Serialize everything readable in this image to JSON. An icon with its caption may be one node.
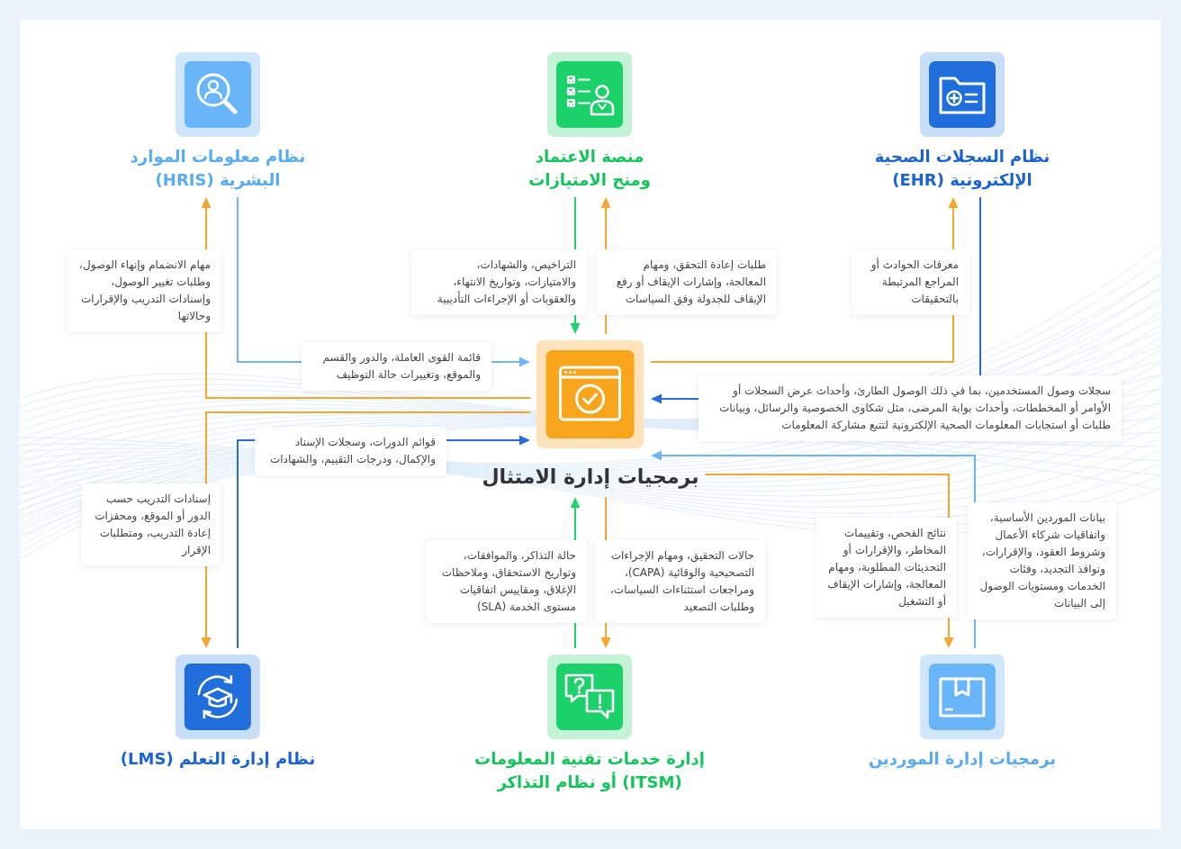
{
  "diagram": {
    "nodes": [
      {
        "text": [
          "نظام السجلات الصحية الإلكترونية (EHR)"
        ]
      },
      {
        "text": [
          "منصة الاعتماد ومنح الامتيازات"
        ]
      },
      {
        "text": [
          "نظام معلومات الموارد البشرية (HRIS)"
        ]
      },
      {
        "text": [
          "برمجيات إدارة الامتثال"
        ]
      },
      {
        "text": [
          "برمجيات إدارة الموردين"
        ]
      },
      {
        "text": [
          "إدارة خدمات تقنية المعلومات (ITSM) أو نظام التذاكر"
        ]
      },
      {
        "text": [
          "نظام إدارة التعلم (LMS)"
        ]
      }
    ],
    "edges": [
      {
        "from": 0,
        "to": 3,
        "arrow": "to",
        "color": "#2a6cdc",
        "label": "سجلات وصول المستخدمين، بما في ذلك الوصول الطارئ، وأحداث عرض السجلات أو الأوامر أو المخططات، وأحداث بوابة المرضى، مثل شكاوى الخصوصية والرسائل، وبيانات طلبات أو استجابات المعلومات الصحية الإلكترونية لتتبع مشاركة المعلومات"
      },
      {
        "from": 3,
        "to": 0,
        "arrow": "to",
        "label": "معرفات الحوادث أو المراجع المرتبطة بالتحقيقات"
      },
      {
        "from": 1,
        "to": 3,
        "arrow": "to",
        "color": "#22d36c",
        "label": "التراخيص، والشهادات، والامتيازات، وتواريخ الانتهاء، والعقوبات أو الإجراءات التأديبية"
      },
      {
        "from": 3,
        "to": 1,
        "arrow": "to",
        "label": "طلبات إعادة التحقق، ومهام المعالجة، وإشارات الإيقاف أو رفع الإيقاف للجدولة وفق السياسات"
      },
      {
        "from": 2,
        "to": 3,
        "arrow": "to",
        "color": "#6cb6f8",
        "label": "قائمة القوى العاملة، والدور والقسم والموقع، وتغييرات حالة التوظيف"
      },
      {
        "from": 3,
        "to": 2,
        "arrow": "to",
        "label": "مهام الانضمام وإنهاء الوصول، وطلبات تغيير الوصول، وإسنادات التدريب والإقرارات وحالاتها"
      },
      {
        "from": 4,
        "to": 3,
        "arrow": "to",
        "color": "#6cb6f8",
        "label": "بيانات الموردين الأساسية، واتفاقيات شركاء الأعمال وشروط العقود، والإقرارات، ونوافذ التجديد، وفئات الخدمات ومستويات الوصول إلى البيانات"
      },
      {
        "from": 3,
        "to": 4,
        "arrow": "to",
        "label": "نتائج الفحص، وتقييمات المخاطر، والإقرارات أو التحديثات المطلوبة، ومهام المعالجة، وإشارات الإيقاف أو التشغيل"
      },
      {
        "from": 5,
        "to": 3,
        "arrow": "to",
        "color": "#22d36c",
        "label": "حالة التذاكر، والموافقات، وتواريخ الاستحقاق، وملاحظات الإغلاق، ومقاييس اتفاقيات مستوى الخدمة (SLA)"
      },
      {
        "from": 3,
        "to": 5,
        "arrow": "to",
        "label": "حالات التحقيق، ومهام الإجراءات التصحيحية والوقائية (CAPA)، ومراجعات استثناءات السياسات، وطلبات التصعيد"
      },
      {
        "from": 6,
        "to": 3,
        "arrow": "to",
        "color": "#2a6cdc",
        "label": "قوائم الدورات، وسجلات الإسناد والإكمال، ودرجات التقييم، والشهادات"
      },
      {
        "from": 3,
        "to": 6,
        "arrow": "to",
        "label": "إسنادات التدريب حسب الدور أو الموقع، ومحفزات إعادة التدريب، ومتطلبات الإقرار"
      }
    ]
  }
}
